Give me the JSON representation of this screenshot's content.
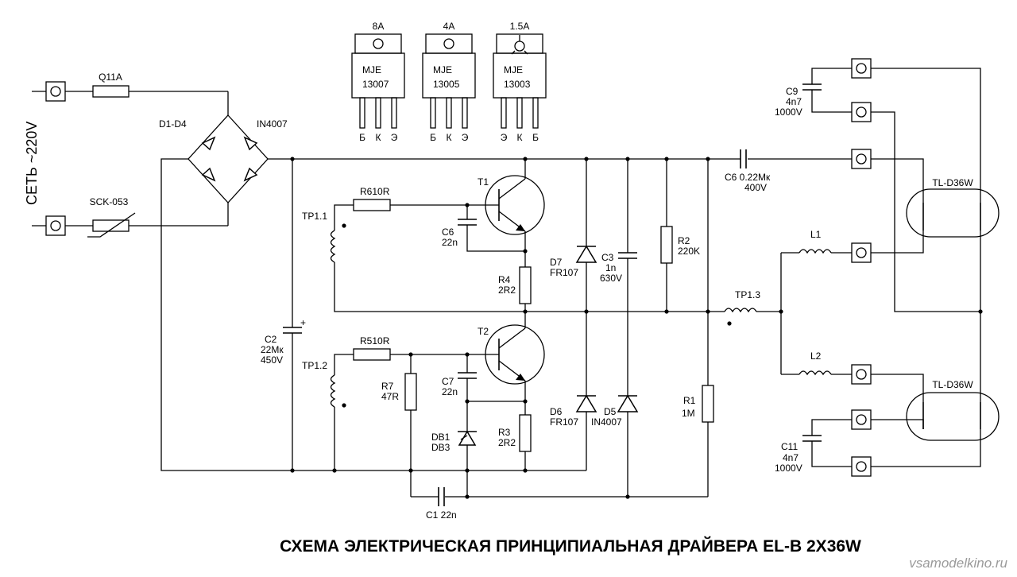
{
  "title": "СХЕМА ЭЛЕКТРИЧЕСКАЯ ПРИНЦИПИАЛЬНАЯ ДРАЙВЕРА EL-B 2X36W",
  "watermark": "vsamodelkino.ru",
  "mains_label": "СЕТЬ ~220V",
  "transistors": [
    {
      "current": "8A",
      "line1": "MJE",
      "line2": "13007",
      "pins": [
        "Б",
        "К",
        "Э"
      ]
    },
    {
      "current": "4A",
      "line1": "MJE",
      "line2": "13005",
      "pins": [
        "Б",
        "К",
        "Э"
      ]
    },
    {
      "current": "1.5A",
      "line1": "MJE",
      "line2": "13003",
      "pins": [
        "Э",
        "К",
        "Б"
      ]
    }
  ],
  "components": {
    "fuse": "Q11A",
    "thermistor": "SCK-053",
    "bridge": "D1-D4",
    "bridge_type": "IN4007",
    "c2_name": "C2",
    "c2_val1": "22Мк",
    "c2_val2": "450V",
    "tp11": "TP1.1",
    "tp12": "TP1.2",
    "tp13": "TP1.3",
    "r6": "R610R",
    "r5": "R510R",
    "c6_name": "C6",
    "c6_val": "22n",
    "c7_name": "C7",
    "c7_val": "22n",
    "r4_name": "R4",
    "r4_val": "2R2",
    "r3_name": "R3",
    "r3_val": "2R2",
    "r7_name": "R7",
    "r7_val": "47R",
    "db_name1": "DB1",
    "db_name2": "DB3",
    "c1": "C1 22n",
    "t1": "T1",
    "t2": "T2",
    "d7_name": "D7",
    "d7_val": "FR107",
    "d6_name": "D6",
    "d6_val": "FR107",
    "d5_name": "D5",
    "d5_val": "IN4007",
    "c3_name": "C3",
    "c3_val1": "1n",
    "c3_val2": "630V",
    "r2_name": "R2",
    "r2_val": "220K",
    "r1_name": "R1",
    "r1_val": "1M",
    "c6b_line1": "C6  0.22Мк",
    "c6b_line2": "400V",
    "l1": "L1",
    "l2": "L2",
    "c9_name": "C9",
    "c9_val1": "4n7",
    "c9_val2": "1000V",
    "c11_name": "C11",
    "c11_val1": "4n7",
    "c11_val2": "1000V",
    "lamp1": "TL-D36W",
    "lamp2": "TL-D36W"
  }
}
